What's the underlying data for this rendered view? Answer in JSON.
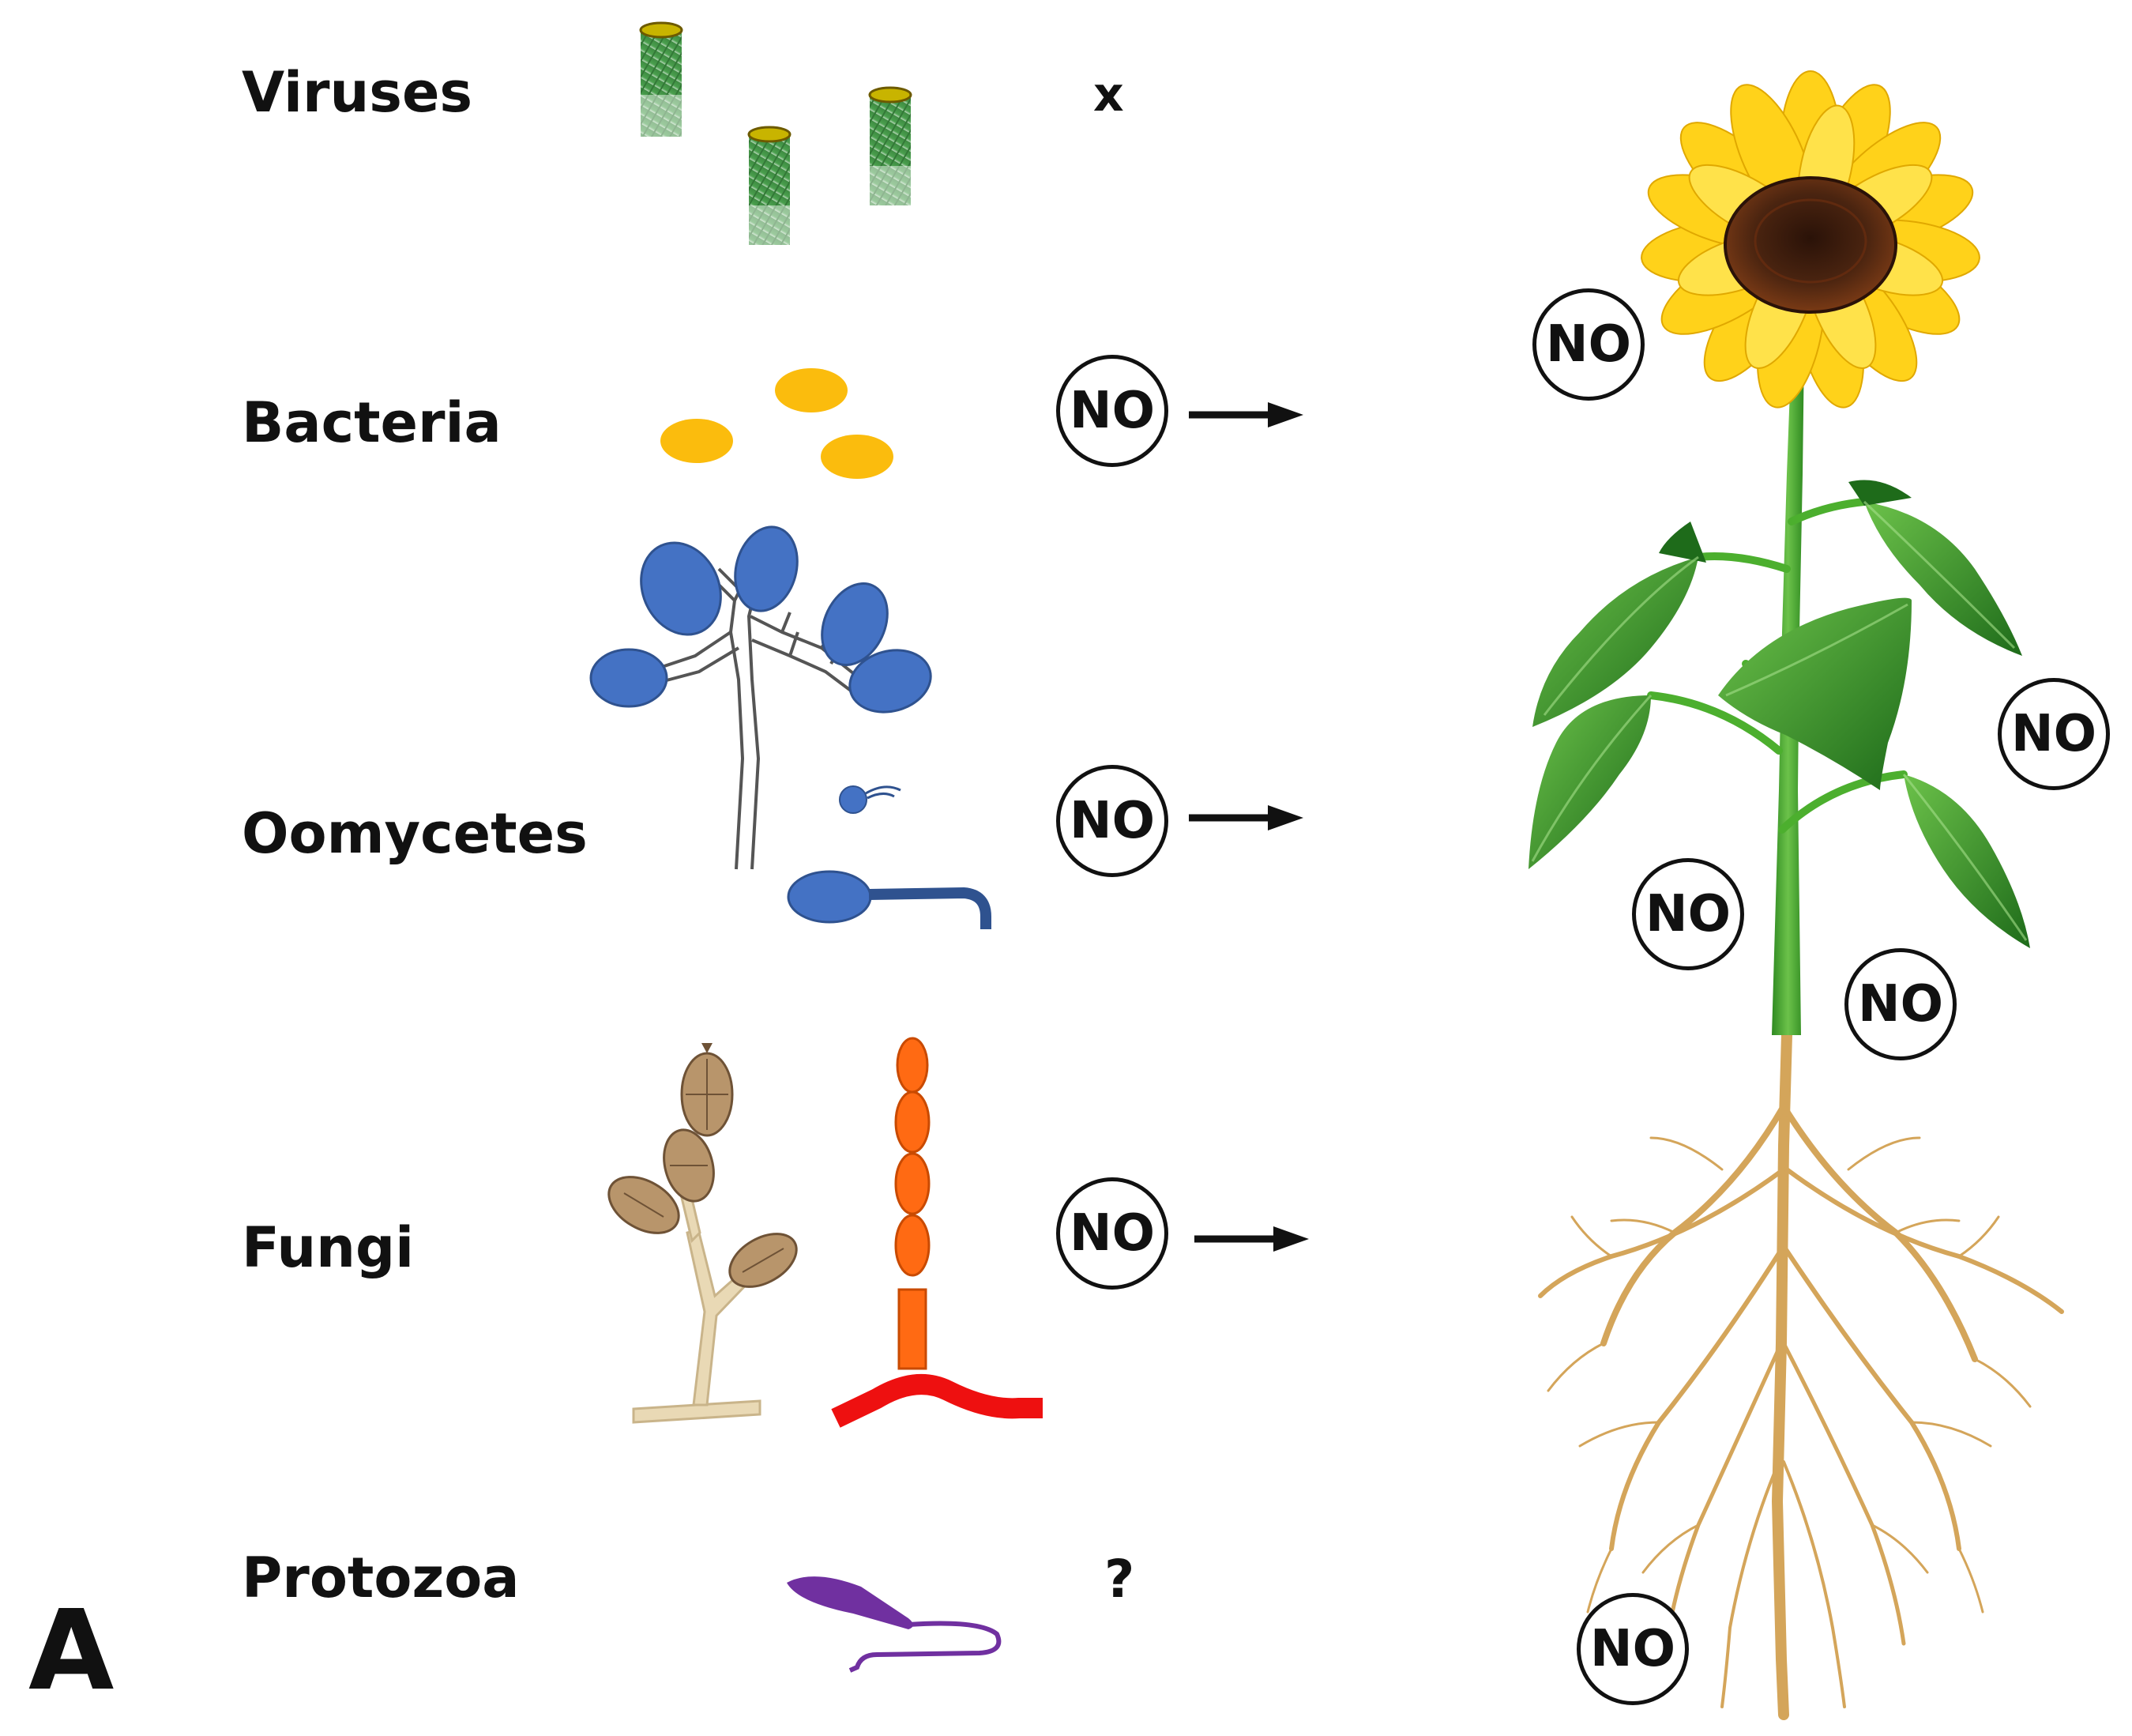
{
  "panel_letter": "A",
  "rows": [
    {
      "id": "viruses",
      "label": "Viruses",
      "indicator": "x"
    },
    {
      "id": "bacteria",
      "label": "Bacteria",
      "indicator": "NO"
    },
    {
      "id": "oomycetes",
      "label": "Oomycetes",
      "indicator": "NO"
    },
    {
      "id": "fungi",
      "label": "Fungi",
      "indicator": "NO"
    },
    {
      "id": "protozoa",
      "label": "Protozoa",
      "indicator": "?"
    }
  ],
  "plant_badges": [
    "NO",
    "NO",
    "NO",
    "NO",
    "NO"
  ],
  "icons": [
    "virus-particle-icon",
    "bacteria-cell-icon",
    "oomycete-sporangiophore-icon",
    "zoospore-icon",
    "fungal-conidiophore-icon",
    "fungal-hypha-chain-icon",
    "protozoa-cell-icon",
    "arrow-right-icon",
    "sunflower-plant-image"
  ],
  "colors": {
    "bacteria": "#FBBC0D",
    "oomycete": "#4472C4",
    "fungus_tan": "#B8956B",
    "fungus_orange": "#FF6A13",
    "fungus_red": "#EE1010",
    "protozoa": "#7030A0",
    "stem": "#4CAF2E",
    "root": "#D4A55A",
    "petal": "#FFD21A",
    "disk": "#4A2410"
  }
}
